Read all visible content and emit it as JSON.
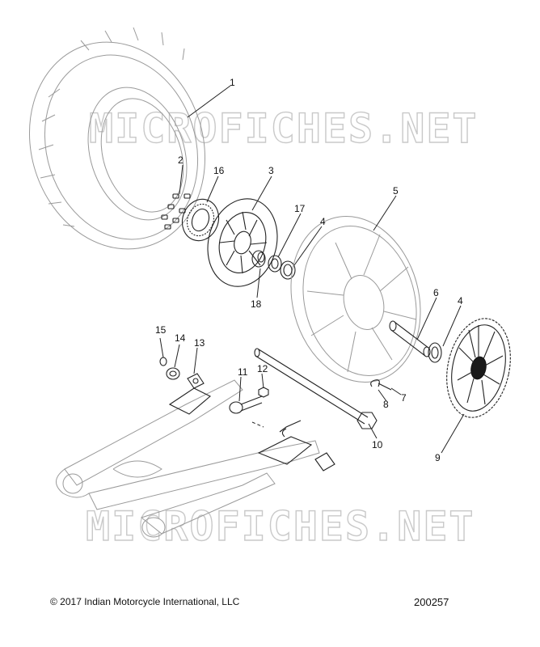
{
  "watermark": "MICROFICHES.NET",
  "callouts": [
    "1",
    "2",
    "16",
    "3",
    "5",
    "17",
    "4",
    "18",
    "6",
    "4",
    "15",
    "14",
    "13",
    "11",
    "12",
    "7",
    "8",
    "10",
    "9"
  ],
  "footer": {
    "copyright": "© 2017 Indian Motorcycle International, LLC",
    "figure_number": "200257"
  }
}
